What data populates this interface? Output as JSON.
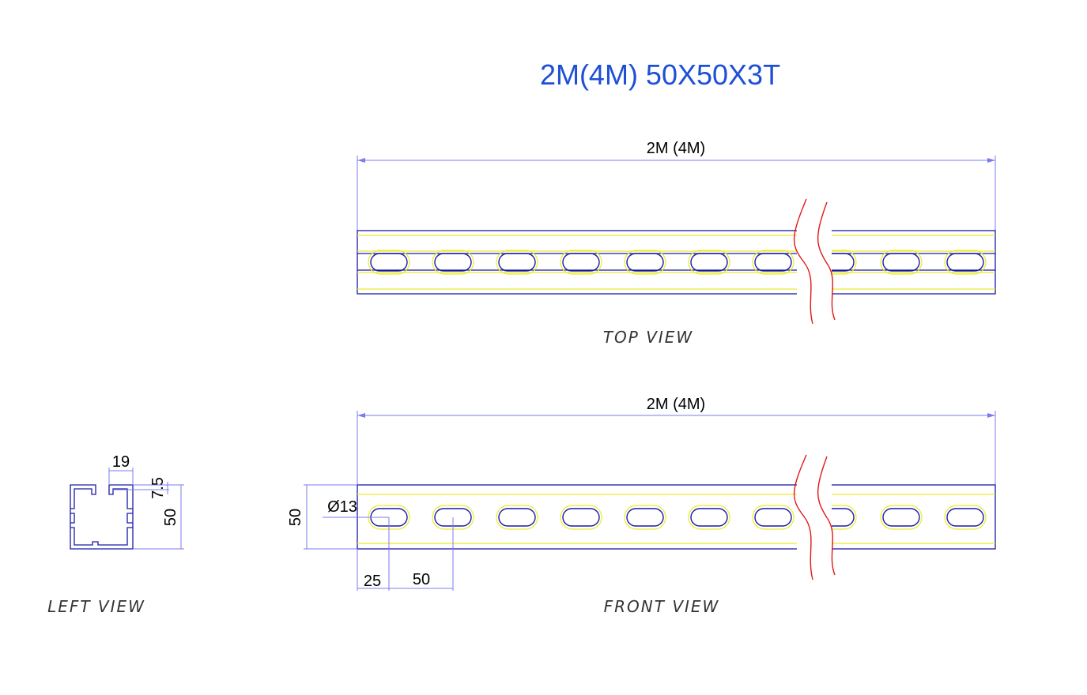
{
  "title": "2M(4M) 50X50X3T",
  "colors": {
    "title": "#1e4fd6",
    "outline": "#1a1aa8",
    "highlight": "#eaea2a",
    "dimension": "#7b7bf0",
    "break_line": "#e01818"
  },
  "top_view": {
    "label": "TOP VIEW",
    "length_label": "2M (4M)",
    "slot_count": 10
  },
  "front_view": {
    "label": "FRONT VIEW",
    "length_label": "2M (4M)",
    "height_label": "50",
    "hole_label": "Ø13",
    "first_hole_offset_label": "25",
    "hole_pitch_label": "50",
    "slot_count": 10
  },
  "left_view": {
    "label": "LEFT VIEW",
    "opening_label": "19",
    "lip_label": "7.5",
    "height_label": "50"
  }
}
